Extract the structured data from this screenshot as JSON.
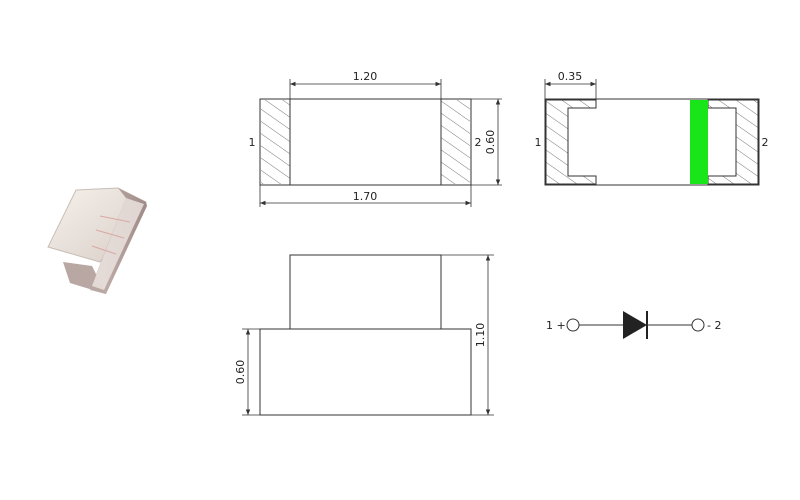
{
  "top_view": {
    "dim_top": "1.20",
    "dim_bottom": "1.70",
    "dim_right": "0.60",
    "pad_left": "1",
    "pad_right": "2"
  },
  "bottom_view": {
    "dim_top": "0.35",
    "pad_left": "1",
    "pad_right": "2",
    "polarity_mark_color": "#19e619"
  },
  "side_view": {
    "dim_left": "0.60",
    "dim_right": "1.10"
  },
  "symbol": {
    "anode_label": "1 +",
    "cathode_label": "- 2"
  },
  "photo": {
    "icon": "smd-led-photo"
  }
}
